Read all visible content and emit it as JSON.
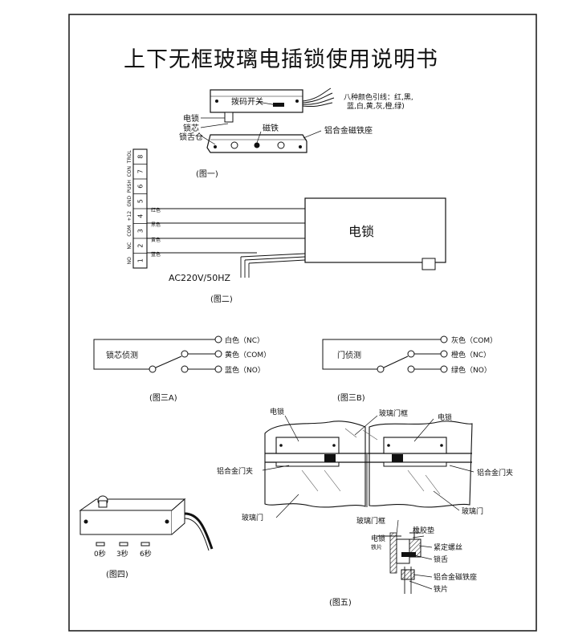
{
  "title": "上下无框玻璃电插锁使用说明书",
  "fig1": {
    "caption": "(图一)",
    "lbl_switch": "拨码开关",
    "lbl_wires_1": "八种颜色引线：红,黑,",
    "lbl_wires_2": "蓝,白,黄,灰,橙,绿)",
    "lbl_lock": "电锁",
    "lbl_core": "锁芯",
    "lbl_magnet": "磁铁",
    "lbl_tongue": "锁舌仓",
    "lbl_base": "铝合金磁铁座"
  },
  "fig2": {
    "caption": "(图二)",
    "lock_label": "电锁",
    "power": "AC220V/50HZ",
    "terminals": [
      {
        "num": "1",
        "name": "NO"
      },
      {
        "num": "2",
        "name": "NC"
      },
      {
        "num": "3",
        "name": "COM"
      },
      {
        "num": "4",
        "name": "+12"
      },
      {
        "num": "5",
        "name": "GND"
      },
      {
        "num": "6",
        "name": "PUSH"
      },
      {
        "num": "7",
        "name": "CON"
      },
      {
        "num": "8",
        "name": "TROL"
      }
    ],
    "wire_labels": [
      "蓝色",
      "黄色",
      "黑色",
      "红色"
    ]
  },
  "fig3a": {
    "caption": "(图三A)",
    "sensor": "锁芯侦测",
    "outputs": [
      "白色（NC）",
      "黄色（COM）",
      "蓝色（NO）"
    ]
  },
  "fig3b": {
    "caption": "(图三B)",
    "sensor": "门侦测",
    "outputs": [
      "灰色（COM）",
      "橙色（NC）",
      "绿色（NO）"
    ]
  },
  "fig4": {
    "caption": "(图四)",
    "delays": [
      "0秒",
      "3秒",
      "6秒"
    ]
  },
  "fig5": {
    "caption": "(图五)",
    "lbl_lock_left": "电锁",
    "lbl_frame": "玻璃门框",
    "lbl_lock_right": "电锁",
    "lbl_clamp_left": "铝合金门夹",
    "lbl_clamp_right": "铝合金门夹",
    "lbl_glass_left": "玻璃门",
    "lbl_glass_right": "玻璃门",
    "lbl_frame2": "玻璃门框",
    "lbl_rubber": "橡胶垫",
    "lbl_lock_small": "电锁",
    "lbl_plate_small": "铁片",
    "lbl_screw": "紧定螺丝",
    "lbl_tongue": "锁舌",
    "lbl_base": "铝合金磁铁座",
    "lbl_plate": "铁片"
  }
}
